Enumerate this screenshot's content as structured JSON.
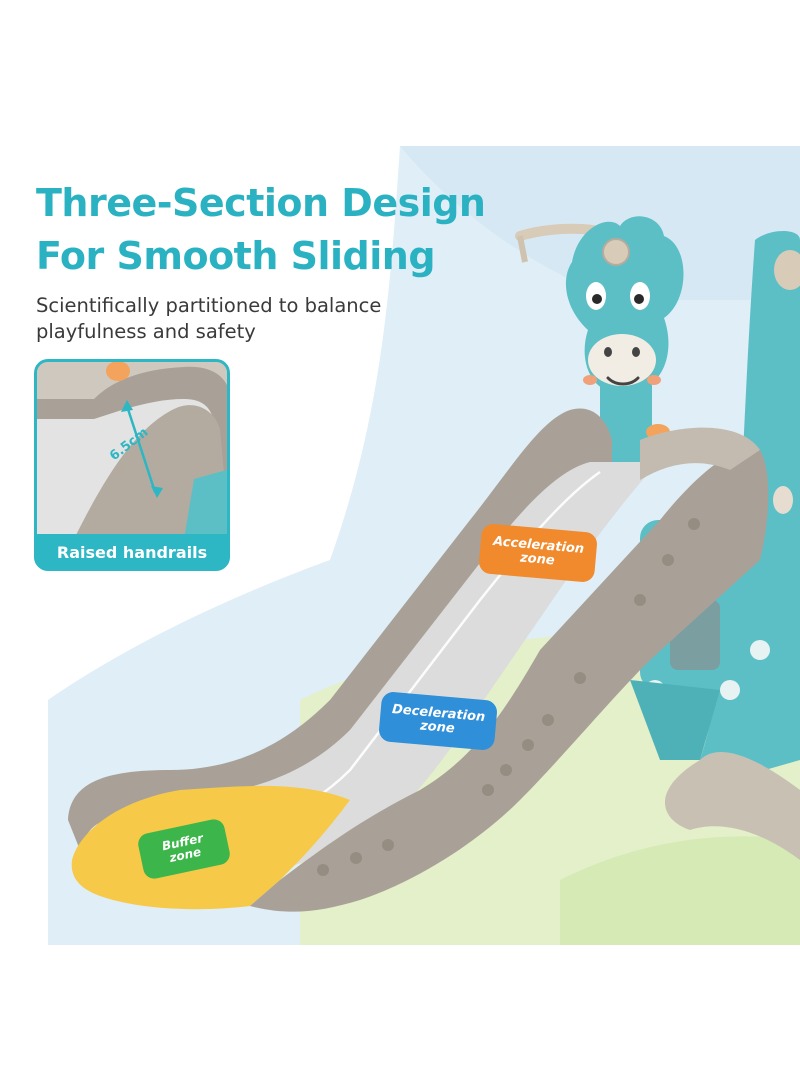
{
  "headline": {
    "line1": "Three-Section Design",
    "line2": "For Smooth Sliding"
  },
  "subheadline": {
    "line1": "Scientifically partitioned to balance",
    "line2": "playfulness and safety"
  },
  "inset": {
    "measurement": "6.5cm",
    "caption": "Raised handrails"
  },
  "zones": {
    "acceleration": {
      "line1": "Acceleration",
      "line2": "zone",
      "color": "#f08a2c"
    },
    "deceleration": {
      "line1": "Deceleration",
      "line2": "zone",
      "color": "#2f8fd8"
    },
    "buffer": {
      "line1": "Buffer",
      "line2": "zone",
      "color": "#3cb54a"
    }
  },
  "colors": {
    "accent": "#2bb2c2",
    "slide_body": "#a9a197",
    "slide_surface": "#dcdcdc",
    "buffer_surface": "#f7c948",
    "structure": "#5cbfc6"
  }
}
